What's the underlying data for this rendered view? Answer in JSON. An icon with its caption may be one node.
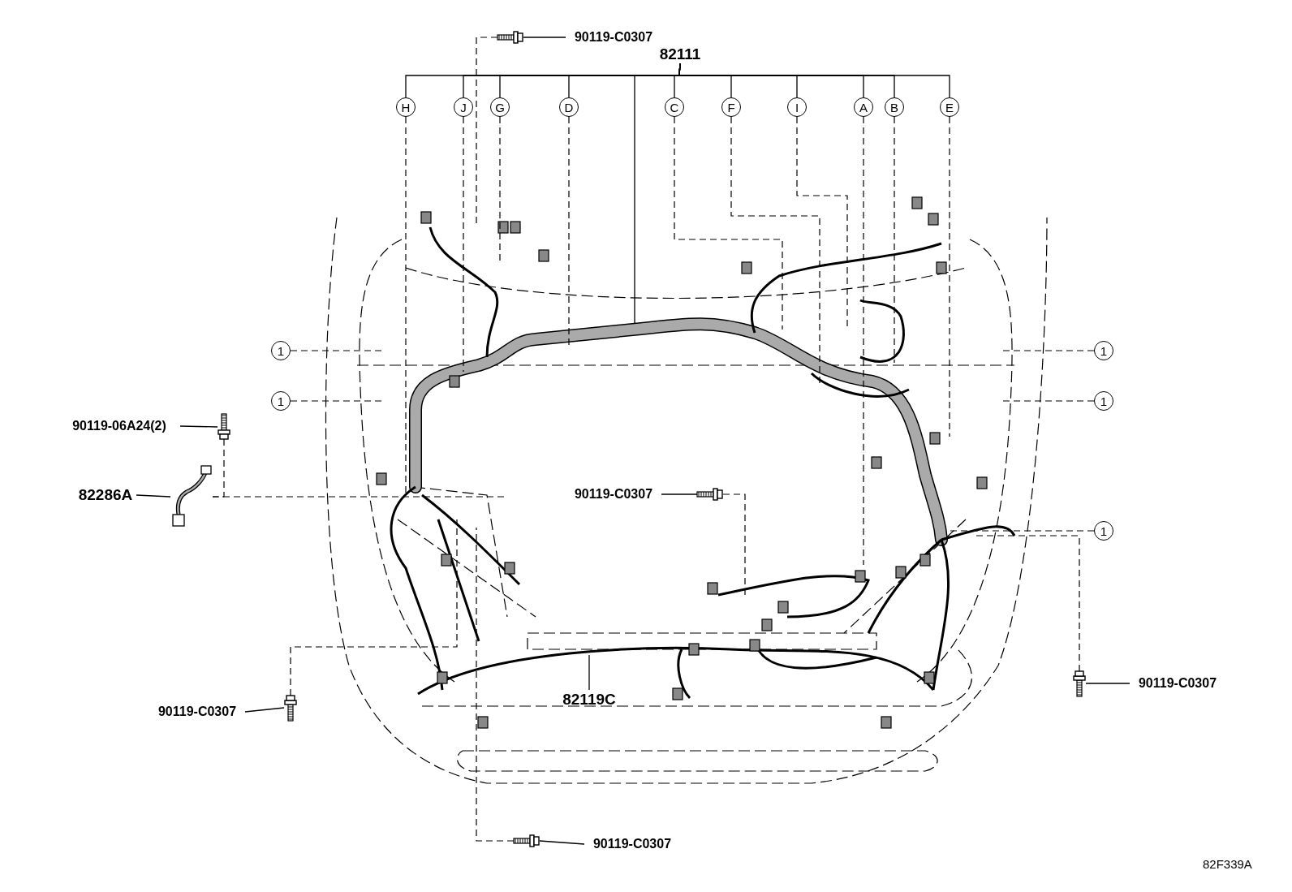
{
  "diagram": {
    "nodes": [
      {
        "text": [
          "82111"
        ]
      },
      {
        "text": [
          "H"
        ]
      },
      {
        "text": [
          "J"
        ]
      },
      {
        "text": [
          "G"
        ]
      },
      {
        "text": [
          "D"
        ]
      },
      {
        "text": [
          "C"
        ]
      },
      {
        "text": [
          "F"
        ]
      },
      {
        "text": [
          "I"
        ]
      },
      {
        "text": [
          "A"
        ]
      },
      {
        "text": [
          "B"
        ]
      },
      {
        "text": [
          "E"
        ]
      },
      {
        "text": [
          "1"
        ]
      },
      {
        "text": [
          "1"
        ]
      },
      {
        "text": [
          "1"
        ]
      },
      {
        "text": [
          "1"
        ]
      },
      {
        "text": [
          "1"
        ]
      },
      {
        "text": [
          "90119-C0307"
        ]
      },
      {
        "text": [],
        "shape": "picture"
      },
      {
        "text": [
          "90119-06A24(2)"
        ]
      },
      {
        "text": [],
        "shape": "picture"
      },
      {
        "text": [
          "82286A"
        ]
      },
      {
        "text": [],
        "shape": "picture"
      },
      {
        "text": [
          "90119-C0307"
        ]
      },
      {
        "text": [],
        "shape": "picture"
      },
      {
        "text": [
          "90119-C0307"
        ]
      },
      {
        "text": [],
        "shape": "picture"
      },
      {
        "text": [
          "90119-C0307"
        ]
      },
      {
        "text": [],
        "shape": "picture"
      },
      {
        "text": [
          "90119-C0307"
        ]
      },
      {
        "text": [],
        "shape": "picture"
      },
      {
        "text": [
          "82119C"
        ]
      }
    ],
    "edges": [
      {
        "from": 0,
        "to": 1,
        "arrow": "none"
      },
      {
        "from": 0,
        "to": 2,
        "arrow": "none"
      },
      {
        "from": 0,
        "to": 3,
        "arrow": "none"
      },
      {
        "from": 0,
        "to": 4,
        "arrow": "none"
      },
      {
        "from": 0,
        "to": 5,
        "arrow": "none"
      },
      {
        "from": 0,
        "to": 6,
        "arrow": "none"
      },
      {
        "from": 0,
        "to": 7,
        "arrow": "none"
      },
      {
        "from": 0,
        "to": 8,
        "arrow": "none"
      },
      {
        "from": 0,
        "to": 9,
        "arrow": "none"
      },
      {
        "from": 0,
        "to": 10,
        "arrow": "none"
      },
      {
        "from": 0,
        "to": null,
        "arrow": "none"
      },
      {
        "from": 1,
        "to": null,
        "arrow": "none",
        "style": "dashed"
      },
      {
        "from": 2,
        "to": null,
        "arrow": "none",
        "style": "dashed"
      },
      {
        "from": 3,
        "to": null,
        "arrow": "none",
        "style": "dashed"
      },
      {
        "from": 4,
        "to": null,
        "arrow": "none",
        "style": "dashed"
      },
      {
        "from": 5,
        "to": null,
        "arrow": "none",
        "style": "dashed"
      },
      {
        "from": 6,
        "to": null,
        "arrow": "none",
        "style": "dashed"
      },
      {
        "from": 7,
        "to": null,
        "arrow": "none",
        "style": "dashed"
      },
      {
        "from": 8,
        "to": null,
        "arrow": "none",
        "style": "dashed"
      },
      {
        "from": 9,
        "to": null,
        "arrow": "none",
        "style": "dashed"
      },
      {
        "from": 10,
        "to": null,
        "arrow": "none",
        "style": "dashed"
      },
      {
        "from": 11,
        "to": null,
        "arrow": "none",
        "style": "dashed"
      },
      {
        "from": 12,
        "to": null,
        "arrow": "none",
        "style": "dashed"
      },
      {
        "from": 13,
        "to": null,
        "arrow": "none",
        "style": "dashed"
      },
      {
        "from": 14,
        "to": null,
        "arrow": "none",
        "style": "dashed"
      },
      {
        "from": 15,
        "to": null,
        "arrow": "none",
        "style": "dashed"
      },
      {
        "from": 16,
        "to": 17,
        "arrow": "none"
      },
      {
        "from": 17,
        "to": null,
        "arrow": "none",
        "style": "dashed"
      },
      {
        "from": 18,
        "to": 19,
        "arrow": "none"
      },
      {
        "from": 19,
        "to": 21,
        "arrow": "none",
        "style": "dashed"
      },
      {
        "from": 20,
        "to": 21,
        "arrow": "none"
      },
      {
        "from": 21,
        "to": null,
        "arrow": "none",
        "style": "dashed"
      },
      {
        "from": 22,
        "to": 23,
        "arrow": "none"
      },
      {
        "from": 23,
        "to": null,
        "arrow": "none",
        "style": "dashed"
      },
      {
        "from": 24,
        "to": 25,
        "arrow": "none"
      },
      {
        "from": 25,
        "to": null,
        "arrow": "none",
        "style": "dashed"
      },
      {
        "from": 26,
        "to": 27,
        "arrow": "none"
      },
      {
        "from": 27,
        "to": null,
        "arrow": "none",
        "style": "dashed"
      },
      {
        "from": 28,
        "to": 29,
        "arrow": "none"
      },
      {
        "from": 29,
        "to": null,
        "arrow": "none",
        "style": "dashed"
      },
      {
        "from": 30,
        "to": null,
        "arrow": "none"
      }
    ],
    "labels": [
      "82F339A"
    ]
  }
}
